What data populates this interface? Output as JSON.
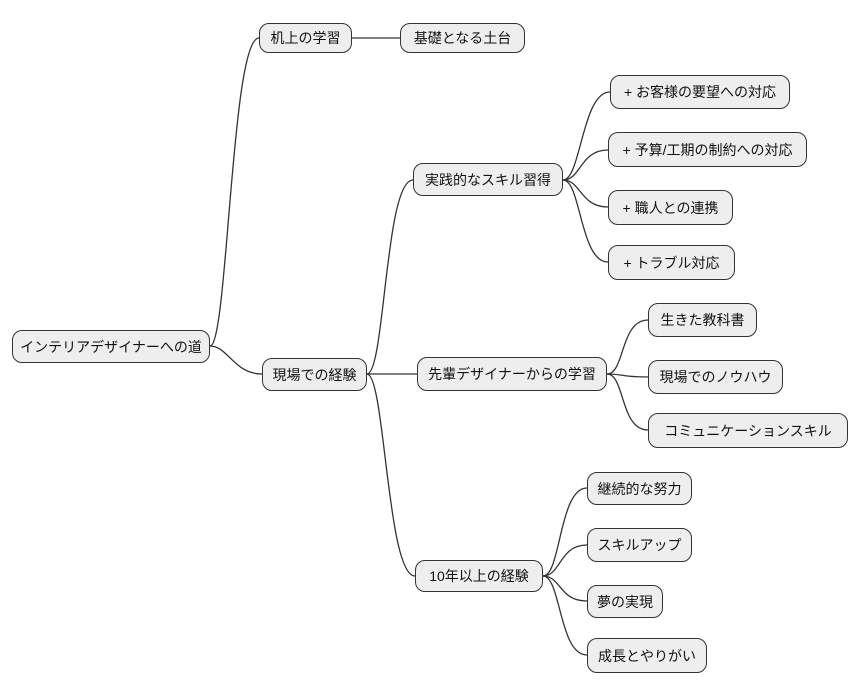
{
  "diagram": {
    "type": "mindmap",
    "orientation": "left-to-right",
    "root": {
      "label": "インテリアデザイナーへの道",
      "children": [
        {
          "label": "机上の学習",
          "children": [
            {
              "label": "基礎となる土台",
              "children": []
            }
          ]
        },
        {
          "label": "現場での経験",
          "children": [
            {
              "label": "実践的なスキル習得",
              "children": [
                {
                  "label": "+ お客様の要望への対応",
                  "children": []
                },
                {
                  "label": "+ 予算/工期の制約への対応",
                  "children": []
                },
                {
                  "label": "+ 職人との連携",
                  "children": []
                },
                {
                  "label": "+ トラブル対応",
                  "children": []
                }
              ]
            },
            {
              "label": "先輩デザイナーからの学習",
              "children": [
                {
                  "label": "生きた教科書",
                  "children": []
                },
                {
                  "label": "現場でのノウハウ",
                  "children": []
                },
                {
                  "label": "コミュニケーションスキル",
                  "children": []
                }
              ]
            },
            {
              "label": "10年以上の経験",
              "children": [
                {
                  "label": "継続的な努力",
                  "children": []
                },
                {
                  "label": "スキルアップ",
                  "children": []
                },
                {
                  "label": "夢の実現",
                  "children": []
                },
                {
                  "label": "成長とやりがい",
                  "children": []
                }
              ]
            }
          ]
        }
      ]
    },
    "colors": {
      "background": "#ffffff",
      "node_fill": "#eeeeee",
      "node_border": "#333333",
      "edge": "#333333",
      "text": "#111111"
    }
  }
}
